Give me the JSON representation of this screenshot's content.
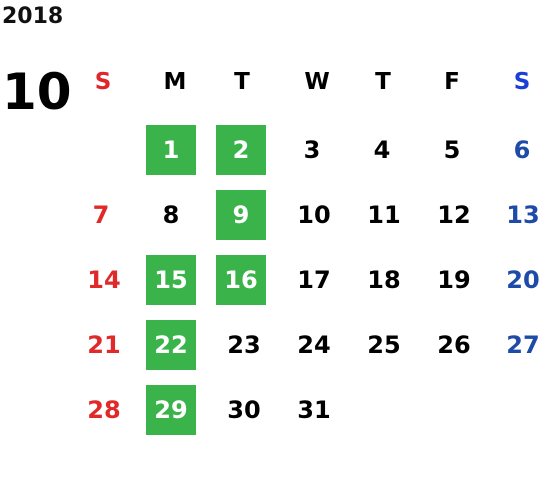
{
  "calendar": {
    "year": "2018",
    "month": "10",
    "weekdays": [
      "S",
      "M",
      "T",
      "W",
      "T",
      "F",
      "S"
    ],
    "weeks": [
      [
        "",
        "1",
        "2",
        "3",
        "4",
        "5",
        "6"
      ],
      [
        "7",
        "8",
        "9",
        "10",
        "11",
        "12",
        "13"
      ],
      [
        "14",
        "15",
        "16",
        "17",
        "18",
        "19",
        "20"
      ],
      [
        "21",
        "22",
        "23",
        "24",
        "25",
        "26",
        "27"
      ],
      [
        "28",
        "29",
        "30",
        "31",
        "",
        "",
        ""
      ]
    ],
    "highlighted_days": [
      "1",
      "2",
      "9",
      "15",
      "16",
      "22",
      "29"
    ],
    "colors": {
      "highlight": "#3ab44a",
      "sunday": "#e02a2a",
      "saturday": "#1e4aa8",
      "weekday_text": "#000000"
    }
  }
}
